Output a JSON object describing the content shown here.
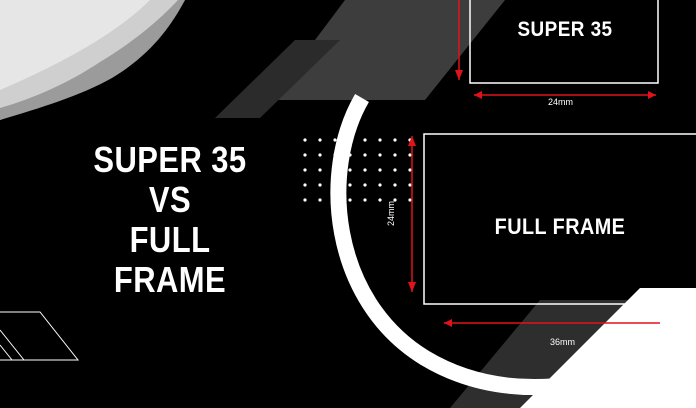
{
  "headline": {
    "line1": "SUPER 35",
    "line2": "VS",
    "line3": "FULL FRAME"
  },
  "super35_box": {
    "label": "SUPER 35",
    "width_label": "24mm"
  },
  "fullframe_box": {
    "label": "FULL FRAME",
    "width_label": "36mm",
    "height_label": "24mm"
  },
  "colors": {
    "background": "#000000",
    "accent_arrow": "#e0131b",
    "frame_line": "#ffffff",
    "gray_stripe": "#3a3a3a",
    "page_curl": "#d9d9d9"
  },
  "icons": [
    "page-curl-icon",
    "dot-grid-icon",
    "arrow-icon"
  ]
}
